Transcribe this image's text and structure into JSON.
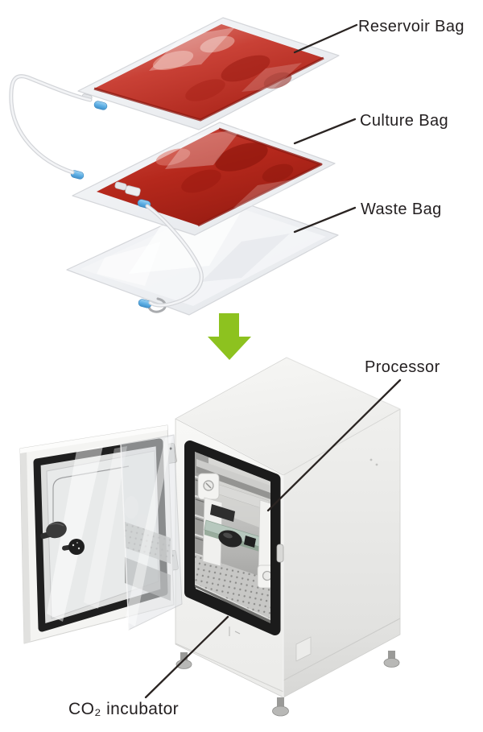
{
  "page": {
    "background": "#ffffff",
    "kind": "labeled-product-diagram"
  },
  "labels": {
    "reservoir_bag": "Reservoir Bag",
    "culture_bag": "Culture Bag",
    "waste_bag": "Waste Bag",
    "processor": "Processor",
    "co2_incubator": "CO₂ incubator"
  },
  "colors": {
    "label_text": "#231f20",
    "leader_line": "#2a2422",
    "arrow_green": "#8dc21f",
    "media_red": "#b5281c",
    "media_red_light": "#e09a90",
    "port_blue": "#5fb0e5",
    "bag_film": "#eef0f3",
    "incubator_top": "#f4f4f2",
    "incubator_front": "#f5f5f3",
    "incubator_side": "#e6e6e4",
    "window_frame": "#1b1b1b",
    "chamber_gray": "#b9b9b7",
    "board_teal": "#b7c8be"
  },
  "icons": {
    "down_arrow": "down-arrow-icon"
  }
}
